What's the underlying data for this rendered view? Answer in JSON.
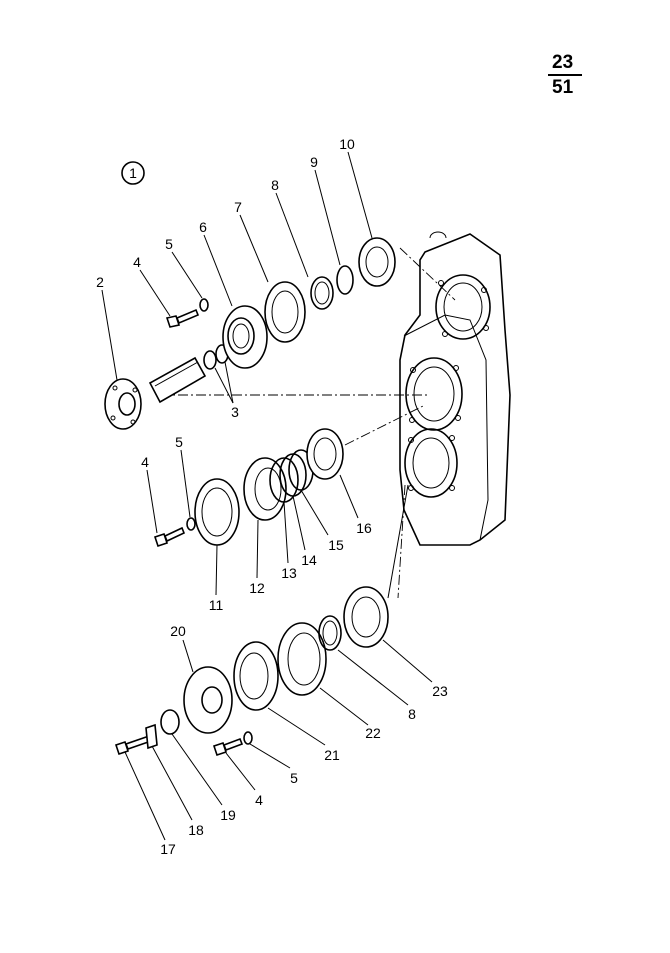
{
  "page_ref": {
    "top": "23",
    "bottom": "51"
  },
  "figure_no": "1",
  "callouts": {
    "c2": "2",
    "c3": "3",
    "c4a": "4",
    "c5a": "5",
    "c6": "6",
    "c7": "7",
    "c8a": "8",
    "c9": "9",
    "c10": "10",
    "c4b": "4",
    "c5b": "5",
    "c11": "11",
    "c12": "12",
    "c13": "13",
    "c14": "14",
    "c15": "15",
    "c16": "16",
    "c20": "20",
    "c17": "17",
    "c18": "18",
    "c19": "19",
    "c4c": "4",
    "c5c": "5",
    "c21": "21",
    "c22": "22",
    "c8b": "8",
    "c23": "23"
  }
}
